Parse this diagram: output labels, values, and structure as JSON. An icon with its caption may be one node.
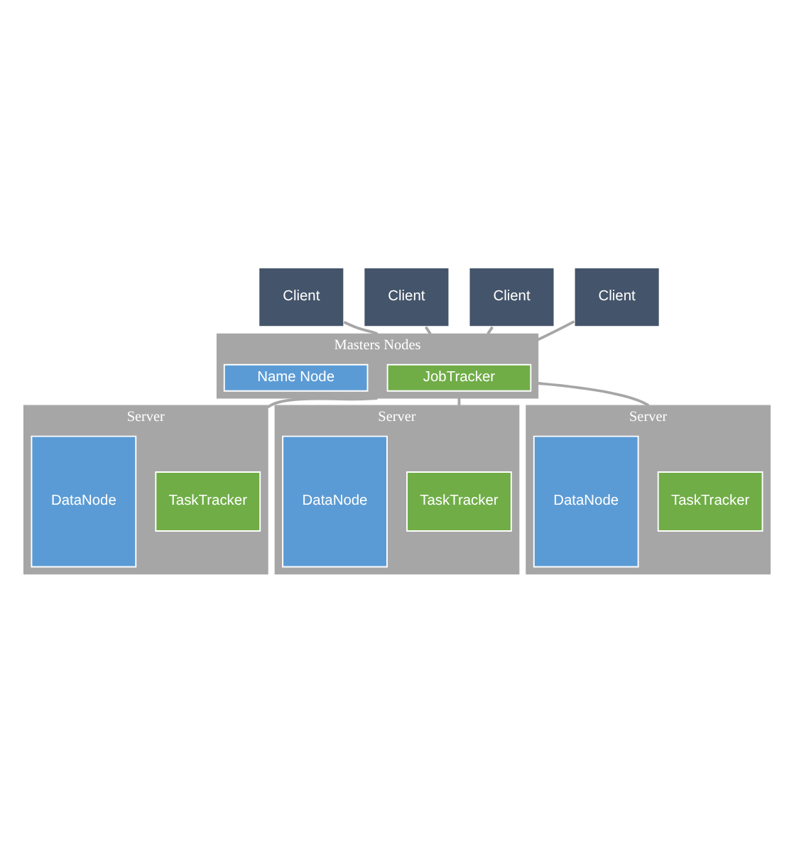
{
  "diagram": {
    "nodes": [
      {
        "text": [
          "Client"
        ]
      },
      {
        "text": [
          "Client"
        ]
      },
      {
        "text": [
          "Client"
        ]
      },
      {
        "text": [
          "Client"
        ]
      },
      {
        "text": [
          "Masters Nodes"
        ]
      },
      {
        "text": [
          "JobTracker"
        ],
        "in": 4
      },
      {
        "text": [
          "Name Node"
        ],
        "in": 4
      },
      {
        "text": [
          "Server"
        ]
      },
      {
        "text": [
          "TaskTracker"
        ],
        "in": 7
      },
      {
        "text": [
          "DataNode"
        ],
        "in": 7
      },
      {
        "text": [
          "Server"
        ]
      },
      {
        "text": [
          "TaskTracker"
        ],
        "in": 10
      },
      {
        "text": [
          "DataNode"
        ],
        "in": 10
      },
      {
        "text": [
          "Server"
        ]
      },
      {
        "text": [
          "TaskTracker"
        ],
        "in": 13
      },
      {
        "text": [
          "DataNode"
        ],
        "in": 13
      }
    ],
    "edges": [
      {
        "from": 0,
        "to": 4,
        "arrow": "none"
      },
      {
        "from": 1,
        "to": 4,
        "arrow": "none"
      },
      {
        "from": 2,
        "to": 4,
        "arrow": "none"
      },
      {
        "from": 3,
        "to": 4,
        "arrow": "none"
      },
      {
        "from": 4,
        "to": 7,
        "arrow": "none"
      },
      {
        "from": 4,
        "to": 10,
        "arrow": "none"
      },
      {
        "from": 4,
        "to": 13,
        "arrow": "none"
      }
    ]
  }
}
